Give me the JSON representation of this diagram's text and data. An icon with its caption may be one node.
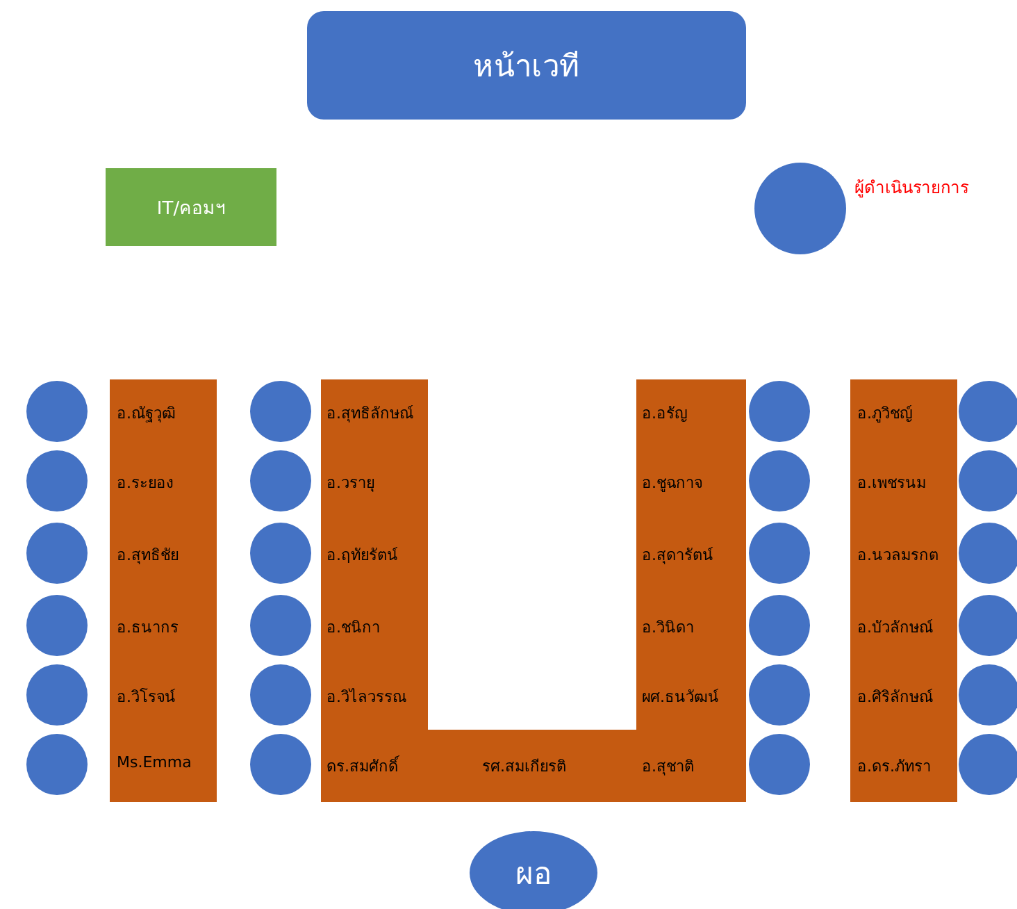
{
  "diagram": {
    "nodes": [
      {
        "text": [
          "หน้าเวที"
        ]
      },
      {
        "text": [
          "IT/คอมฯ"
        ]
      },
      {
        "text": [],
        "shape": "circle",
        "beside": [
          "ผู้ดำเนินรายการ"
        ]
      },
      {
        "text": [
          "อ.ณัฐวุฒิ",
          "อ.ระยอง",
          "อ.สุทธิชัย",
          "อ.ธนากร",
          "อ.วิโรจน์",
          "Ms.Emma"
        ]
      },
      {
        "text": [
          "อ.สุทธิลักษณ์",
          "อ.วรายุ",
          "อ.ฤทัยรัตน์",
          "อ.ชนิกา",
          "อ.วิไลวรรณ",
          "อ.อรัญ",
          "อ.ชูฉกาจ",
          "อ.สุดารัตน์",
          "อ.วินิดา",
          "ผศ.ธนวัฒน์",
          "ดร.สมศักดิ์",
          "รศ.สมเกียรติ",
          "อ.สุชาติ"
        ]
      },
      {
        "text": [
          "อ.ภูวิชญ์",
          "อ.เพชรนม",
          "อ.นวลมรกต",
          "อ.บัวลักษณ์",
          "อ.ศิริลักษณ์",
          "อ.ดร.ภัทรา"
        ]
      },
      {
        "text": [],
        "shape": "circle"
      },
      {
        "text": [],
        "shape": "circle"
      },
      {
        "text": [],
        "shape": "circle"
      },
      {
        "text": [],
        "shape": "circle"
      },
      {
        "text": [],
        "shape": "circle"
      },
      {
        "text": [],
        "shape": "circle"
      },
      {
        "text": [],
        "shape": "circle"
      },
      {
        "text": [],
        "shape": "circle"
      },
      {
        "text": [],
        "shape": "circle"
      },
      {
        "text": [],
        "shape": "circle"
      },
      {
        "text": [],
        "shape": "circle"
      },
      {
        "text": [],
        "shape": "circle"
      },
      {
        "text": [],
        "shape": "circle"
      },
      {
        "text": [],
        "shape": "circle"
      },
      {
        "text": [],
        "shape": "circle"
      },
      {
        "text": [],
        "shape": "circle"
      },
      {
        "text": [],
        "shape": "circle"
      },
      {
        "text": [],
        "shape": "circle"
      },
      {
        "text": [],
        "shape": "circle"
      },
      {
        "text": [],
        "shape": "circle"
      },
      {
        "text": [],
        "shape": "circle"
      },
      {
        "text": [],
        "shape": "circle"
      },
      {
        "text": [],
        "shape": "circle"
      },
      {
        "text": [],
        "shape": "circle"
      },
      {
        "text": [
          "ผอ"
        ]
      }
    ]
  }
}
